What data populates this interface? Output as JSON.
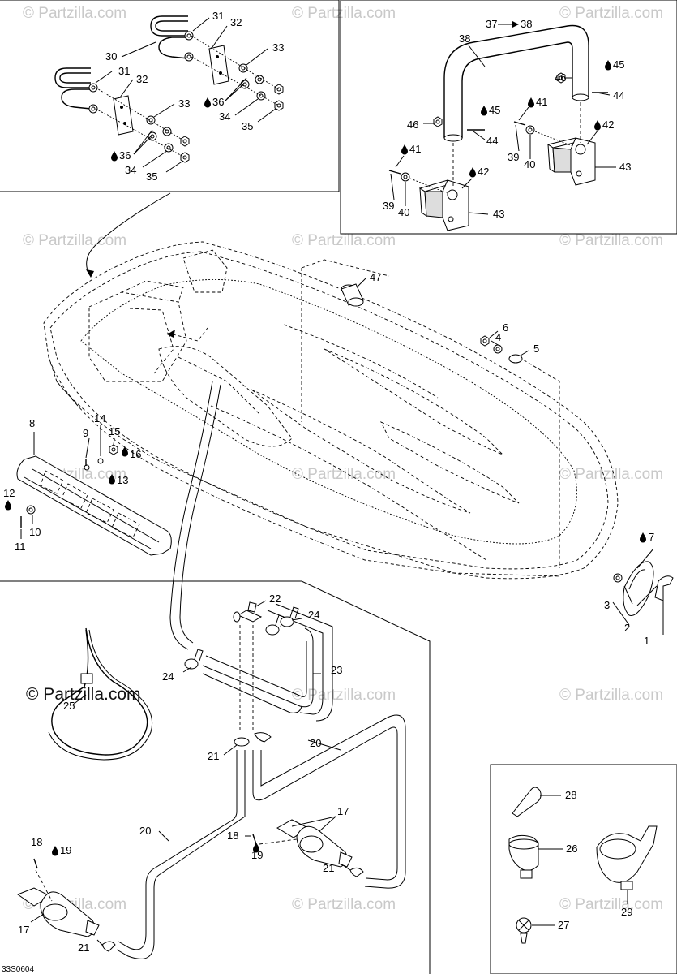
{
  "diagram_code": "33S0604",
  "watermark": {
    "text": "© Partzilla.com",
    "prominent_text": "© Partzilla.com"
  },
  "icons": {
    "drop": "drop-icon",
    "arrow": "arrow-right-icon"
  },
  "colors": {
    "line": "#000000",
    "watermark": "#c9c9c9"
  },
  "labels": {
    "l1": "1",
    "l2": "2",
    "l3": "3",
    "l4": "4",
    "l5": "5",
    "l6": "6",
    "l7": "7",
    "l8": "8",
    "l9": "9",
    "l10": "10",
    "l11": "11",
    "l12": "12",
    "l13": "13",
    "l14": "14",
    "l15": "15",
    "l16": "16",
    "l17a": "17",
    "l17b": "17",
    "l18a": "18",
    "l18b": "18",
    "l19a": "19",
    "l19b": "19",
    "l20a": "20",
    "l20b": "20",
    "l21a": "21",
    "l21b": "21",
    "l21c": "21",
    "l22": "22",
    "l23": "23",
    "l24a": "24",
    "l24b": "24",
    "l25": "25",
    "l26": "26",
    "l27": "27",
    "l28": "28",
    "l29": "29",
    "l30": "30",
    "l31a": "31",
    "l31b": "31",
    "l32a": "32",
    "l32b": "32",
    "l33a": "33",
    "l33b": "33",
    "l34a": "34",
    "l34b": "34",
    "l35a": "35",
    "l35b": "35",
    "l36a": "36",
    "l36b": "36",
    "l37": "37",
    "l38a": "38",
    "l38b": "38",
    "l39a": "39",
    "l39b": "39",
    "l40a": "40",
    "l40b": "40",
    "l41a": "41",
    "l41b": "41",
    "l42a": "42",
    "l42b": "42",
    "l43a": "43",
    "l43b": "43",
    "l44a": "44",
    "l44b": "44",
    "l45a": "45",
    "l45b": "45",
    "l46a": "46",
    "l46b": "46",
    "l47": "47"
  }
}
